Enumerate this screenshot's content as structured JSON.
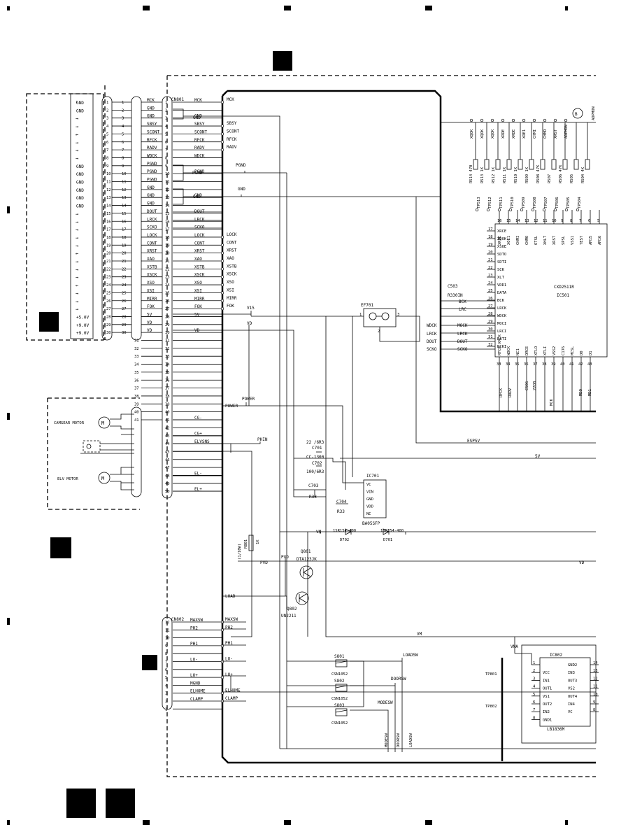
{
  "connectors": {
    "left_signals": [
      "GND",
      "GND",
      "→",
      "→",
      "←",
      "→",
      "→",
      "→",
      "GND",
      "GND",
      "GND",
      "GND",
      "GND",
      "GND",
      "→",
      "→",
      "→",
      "→",
      "→",
      "←",
      "→",
      "→",
      "→",
      "←",
      "→",
      "→",
      "→",
      "+5.0V",
      "+9.0V",
      "+9.0V"
    ],
    "bridge_pins": [
      "1",
      "2",
      "3",
      "4",
      "5",
      "6",
      "7",
      "8",
      "9",
      "10",
      "11",
      "12",
      "13",
      "14",
      "15",
      "16",
      "17",
      "18",
      "19",
      "20",
      "21",
      "22",
      "23",
      "24",
      "25",
      "26",
      "27",
      "28",
      "29",
      "30"
    ],
    "bridge_labels": [
      "MCK",
      "GND",
      "GND",
      "SBSY",
      "SCONT",
      "RFCK",
      "RADV",
      "WDCK",
      "PGND",
      "PGND",
      "PGND",
      "GND",
      "GND",
      "GND",
      "DOUT",
      "LRCK",
      "SCKO",
      "LOCK",
      "CONT",
      "XRST",
      "XAO",
      "XSTB",
      "XSCK",
      "XSO",
      "XSI",
      "MIRR",
      "FOK",
      "5V",
      "VD",
      "VD"
    ],
    "cn801_name": "CN801",
    "cn801_pins": [
      "1",
      "2",
      "3",
      "4",
      "5",
      "6",
      "7",
      "8",
      "9",
      "10",
      "11",
      "12",
      "13",
      "14",
      "15",
      "16",
      "17",
      "18",
      "19",
      "20",
      "21",
      "22",
      "23",
      "24",
      "25",
      "26",
      "27",
      "28",
      "29",
      "30",
      "31",
      "32",
      "33",
      "34",
      "35",
      "36",
      "37",
      "38",
      "39",
      "40",
      "41",
      "42",
      "43",
      "44",
      "45",
      "46",
      "47",
      "48",
      "49",
      "50"
    ],
    "cn801_labels": [
      "MCK",
      "",
      "GND",
      "SBSY",
      "SCONT",
      "RFCK",
      "RADV",
      "WDCK",
      "",
      "PGND",
      "",
      "",
      "GND",
      "",
      "DOUT",
      "LRCK",
      "SCKO",
      "LOCK",
      "CONT",
      "XRST",
      "XAO",
      "XSTB",
      "XSCK",
      "XSO",
      "XSI",
      "MIRR",
      "FOK",
      "5V",
      "",
      "VD",
      "",
      "",
      "",
      "",
      "",
      "",
      "",
      "",
      "",
      "",
      "CG-",
      "",
      "CG+",
      "ELVSNS",
      "",
      "",
      "",
      "EL-",
      "",
      "EL+"
    ],
    "cn801_tags": [
      "MCK",
      "",
      "",
      "SBSY",
      "SCONT",
      "RFCK",
      "RADV",
      "",
      "",
      "",
      "",
      "",
      "",
      "",
      "",
      "",
      "",
      "LOCK",
      "CONT",
      "XRST",
      "XAO",
      "XSTB",
      "XSCK",
      "XSO",
      "XSI",
      "MIRR",
      "FOK"
    ],
    "cn802_name": "CN802",
    "cn802_pins": [
      "12",
      "11",
      "10",
      "9",
      "8",
      "7",
      "6",
      "5",
      "4",
      "3",
      "2",
      "1"
    ],
    "cn802_labels": [
      "MAXSW",
      "PH2",
      "",
      "PH1",
      "",
      "LO-",
      "",
      "LO+",
      "MGND",
      "ELHOME",
      "CLAMP",
      ""
    ],
    "cn802_tags": [
      "MAXSW",
      "PH2",
      "",
      "PH1",
      "",
      "LO-",
      "",
      "LO+",
      "",
      "ELHOME",
      "CLAMP",
      ""
    ],
    "motor_pins": [
      "31",
      "32",
      "33",
      "34",
      "35",
      "36",
      "37",
      "38",
      "39",
      "40",
      "41"
    ],
    "motor_labels": {
      "camgear": "CAMGEAR MOTOR",
      "elv": "ELV MOTOR"
    }
  },
  "net_labels": {
    "gnd": "GND",
    "pgnd": "PGND",
    "v15": "V15",
    "vd": "VD",
    "power": "POWER",
    "phin": "PHIN",
    "load": "LOAD",
    "pvd": "PVD",
    "vm": "VM",
    "vma": "VMA",
    "esp5v": "ESP5V",
    "fivev": "5V",
    "loadsw": "LOADSW",
    "doorsw": "DOORSW",
    "modesw": "MODESW",
    "adpmon": "ADPMON"
  },
  "ic501": {
    "name": "IC501",
    "part": "CXD2511R",
    "left_pins": [
      {
        "num": "17",
        "name": "XRCE"
      },
      {
        "num": "18",
        "name": "XQOK"
      },
      {
        "num": "19",
        "name": "XSOE"
      },
      {
        "num": "20",
        "name": "SDTO"
      },
      {
        "num": "21",
        "name": "SDTI"
      },
      {
        "num": "22",
        "name": "SCK"
      },
      {
        "num": "23",
        "name": "XLT"
      },
      {
        "num": "24",
        "name": "VDD1"
      },
      {
        "num": "25",
        "name": "DATA"
      },
      {
        "num": "26",
        "name": "BCK"
      },
      {
        "num": "27",
        "name": "LRCK"
      },
      {
        "num": "28",
        "name": "WDCK"
      },
      {
        "num": "29",
        "name": "MOCI"
      },
      {
        "num": "30",
        "name": "LRCI"
      },
      {
        "num": "31",
        "name": "DATI"
      },
      {
        "num": "32",
        "name": "BCKI"
      }
    ],
    "top_pins": [
      "16",
      "15",
      "14",
      "13",
      "12",
      "11",
      "10",
      "9",
      "8",
      "7",
      "6",
      "5"
    ],
    "top_pin_names": [
      "XRDE",
      "XOE1",
      "CHMI",
      "CHMO",
      "OTSL",
      "XHLT",
      "XRST",
      "SPSL",
      "VSS1",
      "TEST",
      "AM15",
      "AM16"
    ],
    "bottom_pins": [
      "33",
      "34",
      "35",
      "36",
      "37",
      "38",
      "39",
      "40",
      "41",
      "42",
      "43"
    ],
    "bottom_pin_names": [
      "RFCK XRCK",
      "WDCK",
      "NC1",
      "DRCE",
      "XTLO",
      "XTLI",
      "VSS2",
      "C176",
      "MCSL",
      "D0",
      "D1"
    ]
  },
  "parts": {
    "ef701": "EF701",
    "c701": "C701",
    "c701_val": "22 /6R3",
    "cc1300": "CC-1300",
    "c702": "C702",
    "c702_val": "100/6R3",
    "c703": "C703",
    "r33": "R33",
    "c704": "C704",
    "ic701": "IC701",
    "ic701_part": "BA05SFP",
    "ic701_pins": [
      "VC",
      "VIN",
      "GND",
      "VDD",
      "NC"
    ],
    "d702": "D702",
    "d701": "D701",
    "diode_part": "1SR154-400",
    "q801": "Q801",
    "q801_part": "DTA123JK",
    "q802": "Q802",
    "q802_part": "UN2211",
    "r801": "R801",
    "r801_val": "1K",
    "r801_pw": "(1/10W)",
    "s801": "S801",
    "s802": "S802",
    "s803": "S803",
    "sw_part": "CSN1052",
    "ic802": "IC802",
    "ic802_part": "LB1836M",
    "ic802_left": [
      {
        "num": "1",
        "name": ""
      },
      {
        "num": "2",
        "name": "VCC"
      },
      {
        "num": "3",
        "name": "IN1"
      },
      {
        "num": "4",
        "name": "OUT1"
      },
      {
        "num": "5",
        "name": "VS1"
      },
      {
        "num": "6",
        "name": "OUT2"
      },
      {
        "num": "7",
        "name": "IN2"
      },
      {
        "num": "8",
        "name": "GND1"
      }
    ],
    "ic802_right": [
      {
        "num": "14",
        "name": "GND2"
      },
      {
        "num": "13",
        "name": "IN3"
      },
      {
        "num": "12",
        "name": "OUT3"
      },
      {
        "num": "11",
        "name": "VS2"
      },
      {
        "num": "10",
        "name": "OUT4"
      },
      {
        "num": "9",
        "name": "IN4"
      },
      {
        "num": "8",
        "name": "VC"
      }
    ],
    "tp801": "TP801",
    "tp802": "TP802",
    "c503": "C503",
    "c503_val": "R330IN",
    "c506": "C506",
    "c506_val": "22OB",
    "resistors_top": [
      "R514 470",
      "R513 1K",
      "R512 1K",
      "R511 1K",
      "R510 1K",
      "R509 1K",
      "R508 47K",
      "R507",
      "R506 47K",
      "R505",
      "R504 4K"
    ],
    "tp_top": [
      "TP513",
      "TP512",
      "TP511",
      "TP510",
      "TP509",
      "TP508",
      "TP507",
      "TP506",
      "TP505",
      "TP504"
    ],
    "xq_labels": [
      "XQOK",
      "XQOK",
      "XQOK",
      "XRDE",
      "XRDE",
      "XOE1",
      "CHMI",
      "CHMO",
      "XRST",
      "ADPMON"
    ]
  },
  "circled_marker": "B",
  "ic_side_signals": {
    "wdck": "WDCK",
    "lrck": "LRCK",
    "dout": "DOUT",
    "scko": "SCKO",
    "net_mock": "MOCK",
    "net_lrck": "LRCK",
    "net_dout": "DOUT",
    "net_scko": "SCKO",
    "bck": "BCK",
    "lrc": "LRC",
    "rfck": "RFCK",
    "radv": "RADV",
    "mck": "MCK",
    "mdo": "MDO",
    "md1": "MD1"
  }
}
